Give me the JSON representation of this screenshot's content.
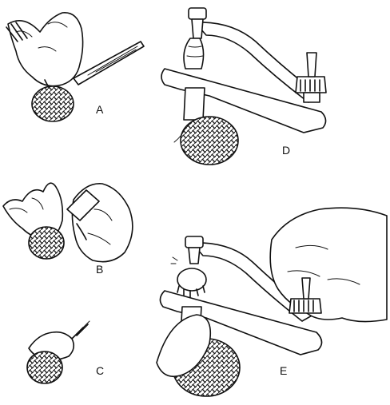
{
  "panels": {
    "a": {
      "label": "A"
    },
    "b": {
      "label": "B"
    },
    "c": {
      "label": "C"
    },
    "d": {
      "label": "D"
    },
    "e": {
      "label": "E"
    }
  },
  "colors": {
    "ink": "#111111",
    "paper": "#ffffff"
  }
}
